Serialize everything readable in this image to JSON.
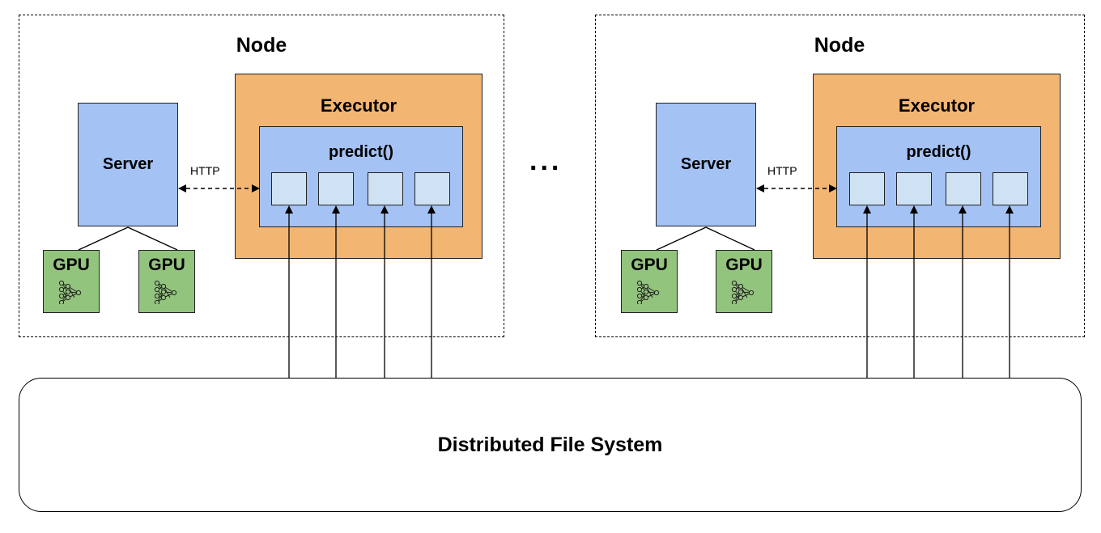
{
  "diagram": {
    "nodes": [
      {
        "title": "Node",
        "server": {
          "label": "Server"
        },
        "gpus": [
          {
            "label": "GPU",
            "icon": "neural-network-icon"
          },
          {
            "label": "GPU",
            "icon": "neural-network-icon"
          }
        ],
        "connection": {
          "label": "HTTP",
          "style": "dashed-bidirectional"
        },
        "executor": {
          "label": "Executor",
          "function": "predict()",
          "slots": 4
        }
      },
      {
        "title": "Node",
        "server": {
          "label": "Server"
        },
        "gpus": [
          {
            "label": "GPU",
            "icon": "neural-network-icon"
          },
          {
            "label": "GPU",
            "icon": "neural-network-icon"
          }
        ],
        "connection": {
          "label": "HTTP",
          "style": "dashed-bidirectional"
        },
        "executor": {
          "label": "Executor",
          "function": "predict()",
          "slots": 4
        }
      }
    ],
    "ellipsis": "...",
    "storage": {
      "label": "Distributed File System"
    },
    "colors": {
      "server": "#a4c2f4",
      "gpu": "#93c47d",
      "executor": "#f3b572",
      "predict": "#a4c2f4",
      "slot": "#cfe2f3"
    }
  }
}
